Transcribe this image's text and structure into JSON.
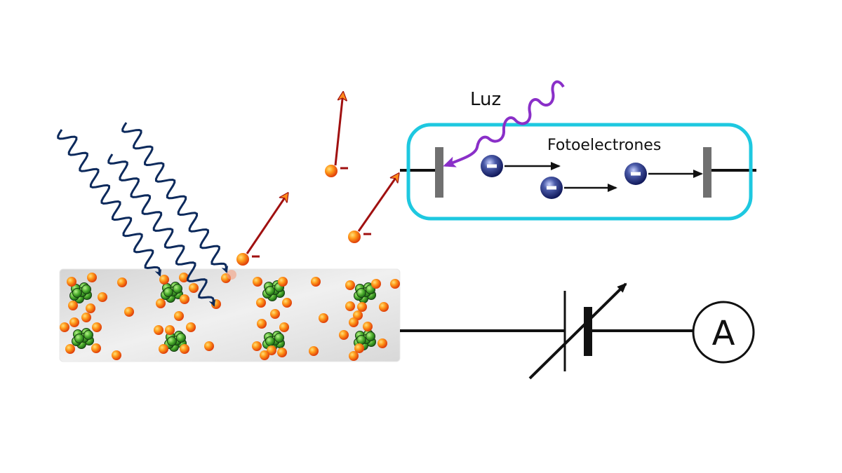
{
  "title": "Efecto fotoeléctrico",
  "labels": {
    "light": "Luz",
    "photoelectrons": "Fotoelectrones",
    "ammeter": "A",
    "electron_sign": "−"
  },
  "colors": {
    "tube_border": "#1ec8e0",
    "light_wave": "#8a2fc8",
    "incident_waves": "#0d2a5c",
    "emitted_arrows": "#a01010",
    "electron_orange": "#f26a10",
    "electron_blue": "#1c2a78",
    "nucleus_green": "#3a9a2a",
    "metal_plate": "#e2e2e2",
    "electrode": "#707070",
    "wire": "#111111"
  },
  "components": {
    "metal_surface": "metal lattice with nuclei and free electrons",
    "incident_photons": 3,
    "emitted_electrons": 3,
    "tube_electrons": 3,
    "battery": "variable voltage source",
    "meter": "ammeter"
  }
}
